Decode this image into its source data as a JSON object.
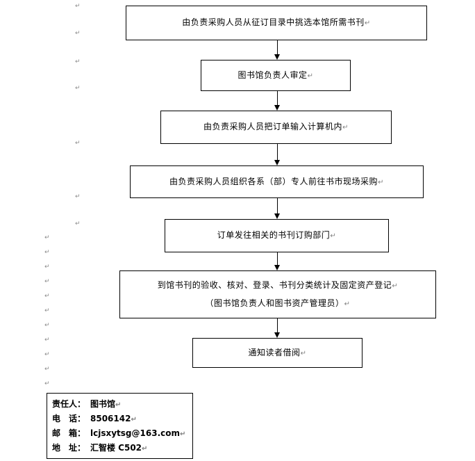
{
  "flow": {
    "steps": [
      {
        "text": "由负责采购人员从征订目录中挑选本馆所需书刊"
      },
      {
        "text": "图书馆负责人审定"
      },
      {
        "text": "由负责采购人员把订单输入计算机内"
      },
      {
        "text": "由负责采购人员组织各系（部）专人前往书市现场采购"
      },
      {
        "text": "订单发往相关的书刊订购部门"
      },
      {
        "text": "到馆书刊的验收、核对、登录、书刊分类统计及固定资产登记",
        "text2": "（图书馆负责人和图书资产管理员）"
      },
      {
        "text": "通知读者借阅"
      }
    ]
  },
  "contact": {
    "responsible_label": "责任人：",
    "responsible_value": "图书馆",
    "phone_label": "电　话：",
    "phone_value": "8506142",
    "email_label": "邮　箱：",
    "email_value": "lcjsxytsg@163.com",
    "address_label": "地　址：",
    "address_value": "汇智楼 C502"
  },
  "marks": {
    "paragraph": "↵"
  }
}
